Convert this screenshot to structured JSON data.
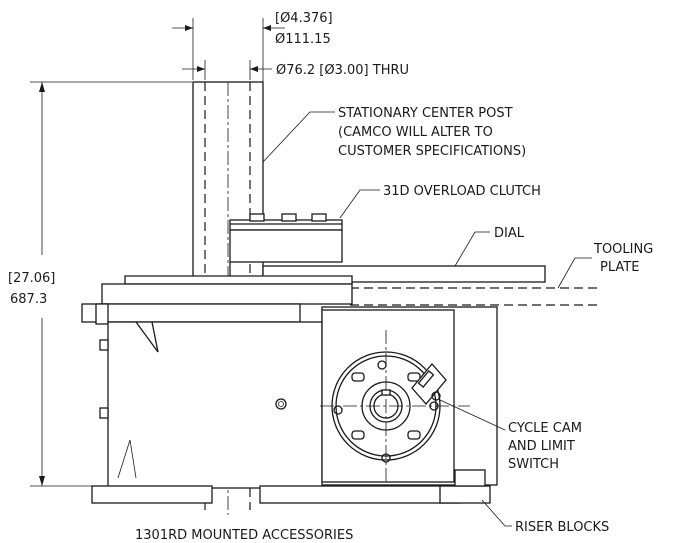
{
  "dimensions": {
    "post_diameter_in": "[Ø4.376]",
    "post_diameter_mm": "Ø111.15",
    "bore": "Ø76.2 [Ø3.00] THRU",
    "height_in": "[27.06]",
    "height_mm": "687.3"
  },
  "callouts": {
    "center_post_line1": "STATIONARY CENTER POST",
    "center_post_line2": "(CAMCO WILL ALTER TO",
    "center_post_line3": "CUSTOMER SPECIFICATIONS)",
    "clutch": "31D OVERLOAD CLUTCH",
    "dial": "DIAL",
    "tooling_line1": "TOOLING",
    "tooling_line2": "PLATE",
    "cam_line1": "CYCLE CAM",
    "cam_line2": "AND LIMIT",
    "cam_line3": "SWITCH",
    "riser": "RISER BLOCKS"
  },
  "caption": "1301RD MOUNTED ACCESSORIES"
}
